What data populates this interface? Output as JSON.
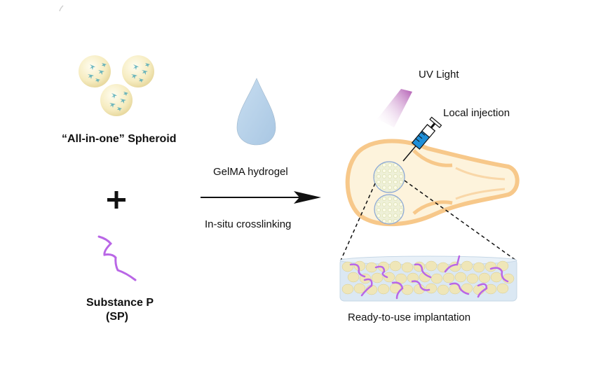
{
  "labels": {
    "spheroid": "“All-in-one” Spheroid",
    "plus": "+",
    "substance_p_line1": "Substance P",
    "substance_p_line2": "(SP)",
    "gelma": "GelMA hydrogel",
    "crosslinking": "In-situ crosslinking",
    "uv_light": "UV Light",
    "local_injection": "Local injection",
    "implantation": "Ready-to-use implantation"
  },
  "colors": {
    "spheroid_fill": "#f7efc4",
    "spheroid_mark": "#4fa9b8",
    "peptide": "#b966e6",
    "hydrogel_drop": "#b9d3ea",
    "uv_beam": "#b14fb0",
    "syringe_fluid": "#1f8fd8",
    "skull_outline": "#f7c88a",
    "skull_fill": "#fdf3dc",
    "implant_gel": "#dbe8f3"
  }
}
